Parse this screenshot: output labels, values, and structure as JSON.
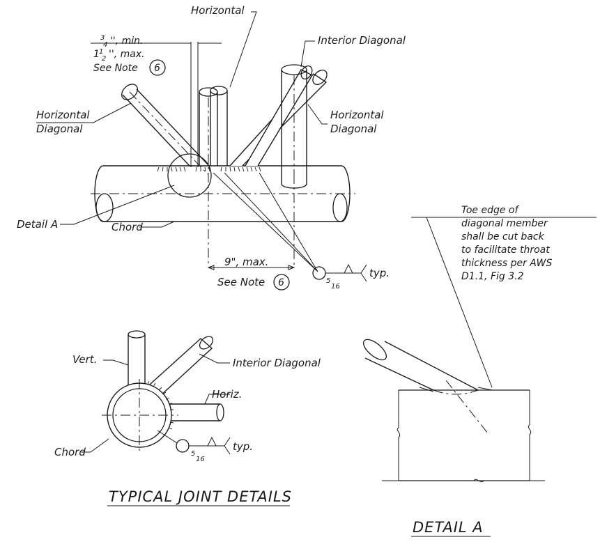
{
  "labels": {
    "horizontal": "Horizontal",
    "interior_diagonal": "Interior Diagonal",
    "spacing_min": "3/4\", min.",
    "spacing_max": "1 1/2\", max.",
    "see_note": "See Note",
    "note_number": "6",
    "horizontal_diagonal_left_1": "Horizontal",
    "horizontal_diagonal_left_2": "Diagonal",
    "horizontal_diagonal_right_1": "Horizontal",
    "horizontal_diagonal_right_2": "Diagonal",
    "detail_a": "Detail A",
    "chord": "Chord",
    "offset_max": "9\", max.",
    "see_note_2": "See Note",
    "note_number_2": "6",
    "weld_size_num": "5",
    "weld_size_den": "16",
    "typ": "typ.",
    "toe_note_1": "Toe edge of",
    "toe_note_2": "diagonal member",
    "toe_note_3": "shall be cut back",
    "toe_note_4": "to facilitate throat",
    "toe_note_5": "thickness per AWS",
    "toe_note_6": "D1.1, Fig 3.2",
    "vert": "Vert.",
    "interior_diagonal_2": "Interior Diagonal",
    "horiz": "Horiz.",
    "chord_2": "Chord",
    "weld_size_num_2": "5",
    "weld_size_den_2": "16",
    "typ_2": "typ.",
    "title_joint": "TYPICAL JOINT DETAILS",
    "title_detail": "DETAIL A"
  }
}
